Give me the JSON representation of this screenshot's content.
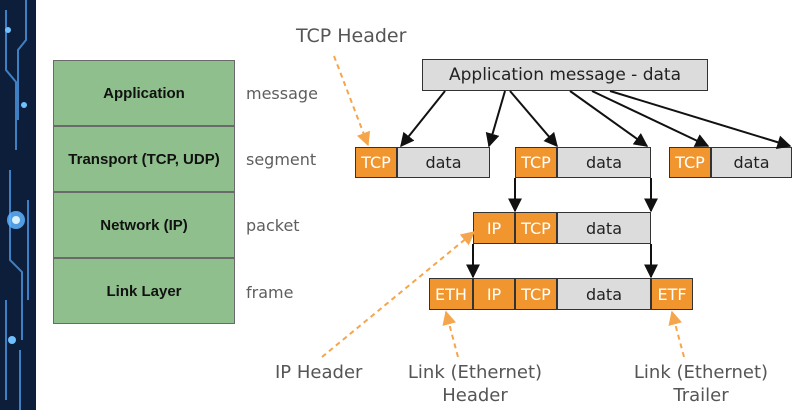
{
  "layers": [
    {
      "name": "Application",
      "unit": "message"
    },
    {
      "name": "Transport (TCP, UDP)",
      "unit": "segment"
    },
    {
      "name": "Network (IP)",
      "unit": "packet"
    },
    {
      "name": "Link Layer",
      "unit": "frame"
    }
  ],
  "message_box": "Application message - data",
  "segment": {
    "header": "TCP",
    "data": "data"
  },
  "packet": {
    "ip": "IP",
    "tcp": "TCP",
    "data": "data"
  },
  "frame": {
    "eth": "ETH",
    "ip": "IP",
    "tcp": "TCP",
    "data": "data",
    "etf": "ETF"
  },
  "callouts": {
    "tcp_header": "TCP Header",
    "ip_header": "IP Header",
    "link_header_line1": "Link (Ethernet)",
    "link_header_line2": "Header",
    "link_trailer_line1": "Link (Ethernet)",
    "link_trailer_line2": "Trailer"
  },
  "colors": {
    "layer_green": "#8ebf8c",
    "header_orange": "#f1962f",
    "data_gray": "#dcdcdc",
    "callout_arrow": "#f5a64d"
  }
}
